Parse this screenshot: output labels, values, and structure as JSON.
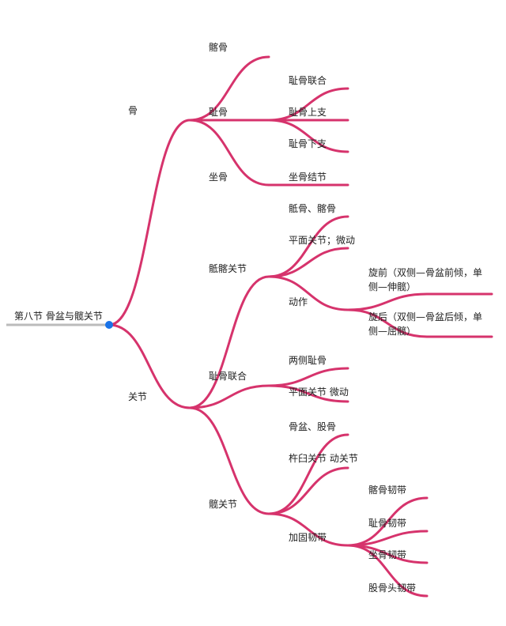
{
  "title": "第八节 骨盆与髋关节",
  "colors": {
    "branch": "#d6336c",
    "root_line": "#bbbbbb",
    "root_dot": "#1a73e8",
    "text": "#222222"
  },
  "branches": [
    {
      "label": "骨",
      "children": [
        {
          "label": "髂骨",
          "children": []
        },
        {
          "label": "耻骨",
          "children": [
            {
              "label": "耻骨联合"
            },
            {
              "label": "耻骨上支"
            },
            {
              "label": "耻骨下支"
            }
          ]
        },
        {
          "label": "坐骨",
          "children": [
            {
              "label": "坐骨结节"
            }
          ]
        }
      ]
    },
    {
      "label": "关节",
      "children": [
        {
          "label": "骶髂关节",
          "children": [
            {
              "label": "骶骨、髂骨"
            },
            {
              "label": "平面关节；微动"
            },
            {
              "label": "动作",
              "children": [
                {
                  "label": "旋前（双侧—骨盆前倾，单侧—伸髋）"
                },
                {
                  "label": "旋后（双侧—骨盆后倾，单侧—屈髋）"
                }
              ]
            }
          ]
        },
        {
          "label": "耻骨联合",
          "children": [
            {
              "label": "两侧耻骨"
            },
            {
              "label": "平面关节 微动"
            }
          ]
        },
        {
          "label": "髋关节",
          "children": [
            {
              "label": "骨盆、股骨"
            },
            {
              "label": "杵臼关节 动关节"
            },
            {
              "label": "加固韧带",
              "children": [
                {
                  "label": "髂骨韧带"
                },
                {
                  "label": "耻骨韧带"
                },
                {
                  "label": "坐骨韧带"
                },
                {
                  "label": "股骨头韧带"
                }
              ]
            }
          ]
        }
      ]
    }
  ]
}
